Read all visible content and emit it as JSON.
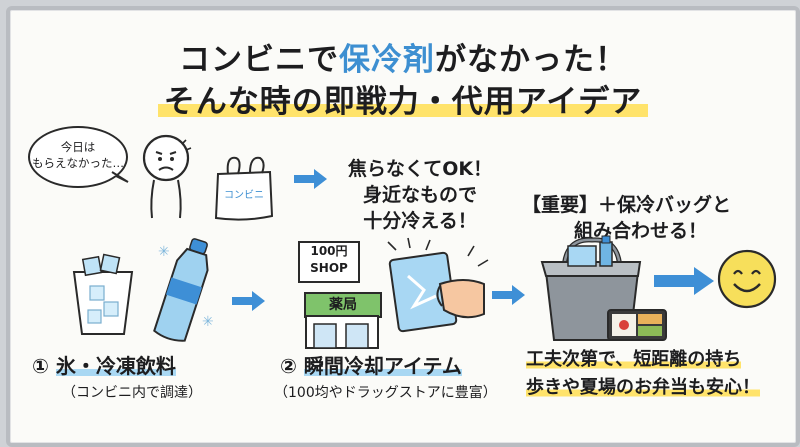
{
  "title": {
    "line1_pre": "コンビニで",
    "line1_highlight": "保冷剤",
    "line1_post": "がなかった！",
    "line2": "そんな時の即戦力・代用アイデア"
  },
  "bubble": {
    "line1": "今日は",
    "line2": "もらえなかった…"
  },
  "bag_label": "コンビニ",
  "center_message": {
    "line1": "焦らなくてOK！",
    "line2": "身近なもので",
    "line3": "十分冷える！"
  },
  "important_message": {
    "line1": "【重要】＋保冷バッグと",
    "line2": "組み合わせる！"
  },
  "item1": {
    "number": "①",
    "label": "氷・冷凍飲料",
    "sub": "（コンビニ内で調達）"
  },
  "item2": {
    "number": "②",
    "label": "瞬間冷却アイテム",
    "sub": "（100均やドラッグストアに豊富）"
  },
  "shop_sign": {
    "line1": "100円",
    "line2": "SHOP"
  },
  "drugstore_sign": "薬局",
  "result_message": {
    "line1": "工夫次第で、短距離の持ち",
    "line2": "歩きや夏場のお弁当も安心！"
  },
  "colors": {
    "accent_blue": "#3d8fd1",
    "highlight_yellow": "#ffe36b",
    "arrow_blue": "#3e8fd6",
    "smile_yellow": "#f7df5b"
  }
}
